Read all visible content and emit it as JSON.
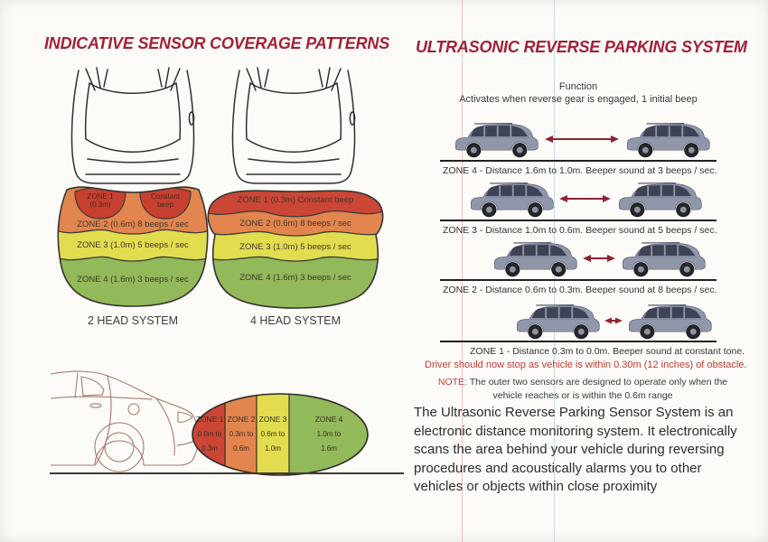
{
  "left": {
    "title": "INDICATIVE SENSOR COVERAGE PATTERNS",
    "two_head": {
      "caption": "2 HEAD SYSTEM",
      "zone1_line1": "ZONE 1",
      "zone1_line2": "(0.3m)",
      "constant_line1": "Constant",
      "constant_line2": "beep",
      "zone2": "ZONE 2 (0.6m) 8 beeps / sec",
      "zone3": "ZONE 3 (1.0m) 5 beeps / sec",
      "zone4": "ZONE 4 (1.6m) 3 beeps / sec"
    },
    "four_head": {
      "caption": "4 HEAD SYSTEM",
      "zone1": "ZONE 1 (0.3m) Constant beep",
      "zone2": "ZONE 2 (0.6m) 8 beeps / sec",
      "zone3": "ZONE 3 (1.0m) 5 beeps / sec",
      "zone4": "ZONE 4 (1.6m) 3 beeps / sec"
    },
    "side_view": {
      "zones": [
        {
          "name": "ZONE 1",
          "from": "0.0m to",
          "to": "0.3m"
        },
        {
          "name": "ZONE 2",
          "from": "0.3m to",
          "to": "0.6m"
        },
        {
          "name": "ZONE 3",
          "from": "0.6m to",
          "to": "1.0m"
        },
        {
          "name": "ZONE 4",
          "from": "1.0m to",
          "to": "1.6m"
        }
      ]
    }
  },
  "right": {
    "title": "ULTRASONIC REVERSE PARKING SYSTEM",
    "function_heading": "Function",
    "function_text": "Activates when reverse gear is engaged, 1 initial beep",
    "rows": [
      {
        "caption": "ZONE 4 - Distance 1.6m to 1.0m. Beeper sound at 3 beeps / sec."
      },
      {
        "caption": "ZONE 3 - Distance 1.0m to 0.6m. Beeper sound at 5 beeps / sec."
      },
      {
        "caption": "ZONE 2 - Distance 0.6m to 0.3m. Beeper sound at 8 beeps / sec."
      },
      {
        "caption": "ZONE 1 - Distance 0.3m to 0.0m. Beeper sound at constant tone."
      }
    ],
    "warning": "Driver should now stop as vehicle is within 0.30m (12 inches) of obstacle.",
    "note_label": "NOTE:",
    "note_text": " The outer two sensors are designed to operate only when the vehicle reaches or is within the 0.6m range",
    "description": "The Ultrasonic Reverse Parking Sensor System is an electronic distance monitoring system. It electronically scans the area behind your vehicle during reversing procedures and acoustically alarms you to other vehicles or objects within close proximity"
  },
  "colors": {
    "title_red": "#a32038",
    "warning_red": "#c13b33",
    "zone_red": "#cc4636",
    "zone_orange": "#e2854e",
    "zone_yellow": "#e2dd4f",
    "zone_green": "#92b95a",
    "arrow_red": "#8e2430"
  }
}
